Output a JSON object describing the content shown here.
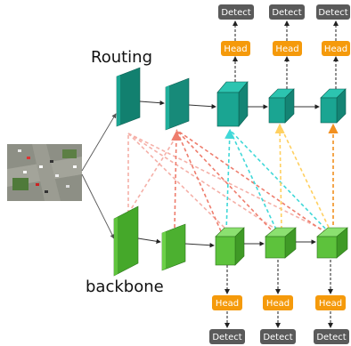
{
  "labels": {
    "routing": "Routing",
    "backbone": "backbone"
  },
  "top_detects": [
    "Detect",
    "Detect",
    "Detect"
  ],
  "top_heads": [
    "Head",
    "Head",
    "Head"
  ],
  "bottom_heads": [
    "Head",
    "Head",
    "Head"
  ],
  "bottom_detects": [
    "Detect",
    "Detect",
    "Detect"
  ],
  "colors": {
    "routing_block": "#1a9c8c",
    "backbone_block": "#52b535",
    "head_bg": "#f59a0b",
    "detect_bg": "#5a5a5a",
    "pink_link": "#f5b0a8",
    "salmon_link": "#ee7d6d",
    "cyan_link": "#40d8d8",
    "yellow_link": "#ffd060",
    "orange_link": "#f29020"
  }
}
